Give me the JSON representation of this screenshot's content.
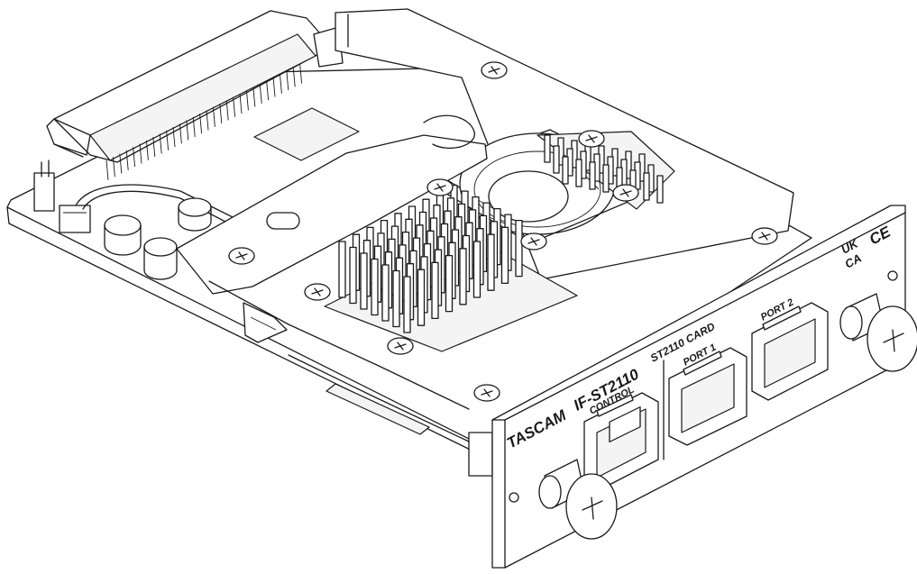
{
  "panel": {
    "brand": "TASCAM",
    "model": "IF-ST2110",
    "card": "ST2110 CARD",
    "port_control": "CONTROL",
    "port_1": "PORT 1",
    "port_2": "PORT 2",
    "mark_ukca_top": "UK",
    "mark_ukca_bottom": "CA",
    "mark_ce": "CE"
  },
  "icons": [
    "screw-icon",
    "fan-icon",
    "heatsink-icon",
    "rj45-port-icon",
    "thumbscrew-icon",
    "ukca-mark-icon",
    "ce-mark-icon"
  ],
  "colors": {
    "line": "#1a1a1a",
    "background": "#ffffff",
    "shade": "#f4f4f4"
  }
}
